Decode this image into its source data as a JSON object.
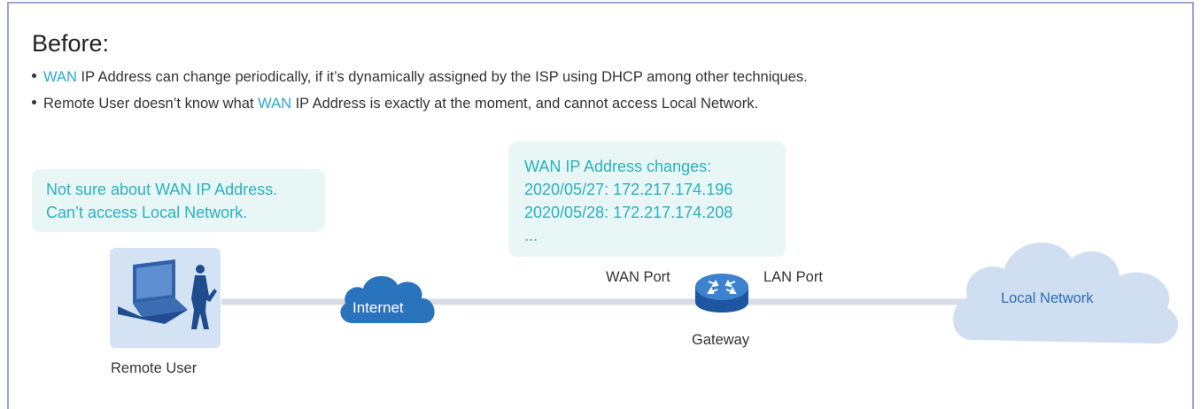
{
  "heading": "Before:",
  "bullets": [
    {
      "pre": "",
      "wan": "WAN",
      "post": " IP Address can change periodically, if it’s dynamically assigned by the ISP using DHCP among other techniques."
    },
    {
      "pre": "Remote User doesn’t know  what ",
      "wan": "WAN",
      "post": " IP Address is exactly at the moment, and cannot access Local Network."
    }
  ],
  "remote_bubble": {
    "line1": "Not sure about WAN IP Address.",
    "line2": "Can’t access Local Network."
  },
  "wan_bubble": {
    "line1": "WAN IP Address changes:",
    "line2": "2020/05/27: 172.217.174.196",
    "line3": "2020/05/28: 172.217.174.208",
    "line4": "..."
  },
  "nodes": {
    "remote_user": "Remote User",
    "internet": "Internet",
    "gateway": "Gateway",
    "wan_port": "WAN Port",
    "lan_port": "LAN Port",
    "local_network": "Local Network"
  },
  "colors": {
    "accent": "#2aa8d6",
    "bubble_text": "#2bb1be",
    "bubble_bg": "#e8f6f6",
    "cloud_internet": "#2a73bd",
    "cloud_local": "#cfdff1",
    "router": "#2a6bb8",
    "frame": "#9aa7d6"
  }
}
